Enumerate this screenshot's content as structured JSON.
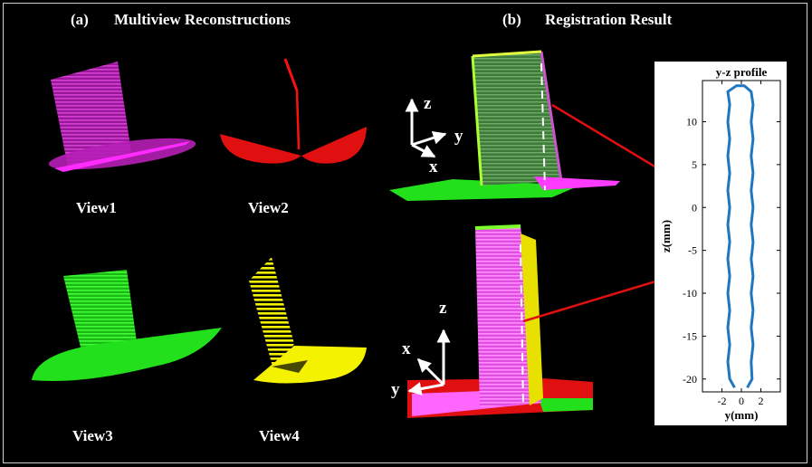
{
  "panel_a": {
    "label": "(a)",
    "title": "Multiview Reconstructions",
    "views": [
      "View1",
      "View2",
      "View3",
      "View4"
    ]
  },
  "panel_b": {
    "label": "(b)",
    "title": "Registration Result",
    "axes_top": {
      "z": "z",
      "y": "y",
      "x": "x"
    },
    "axes_bottom": {
      "z": "z",
      "x": "x",
      "y": "y"
    }
  },
  "colors": {
    "view1": "#b61eb6",
    "view2": "#e01010",
    "view3": "#22e01c",
    "view4": "#f0ee00",
    "profile_line": "#1f77c0",
    "arrow": "#e01010"
  },
  "chart_data": {
    "type": "line",
    "title": "y-z profile",
    "xlabel": "y(mm)",
    "ylabel": "z(mm)",
    "xlim": [
      -4,
      4
    ],
    "ylim": [
      -21.5,
      14.8
    ],
    "xticks": [
      -2,
      0,
      2
    ],
    "yticks": [
      10,
      5,
      0,
      -5,
      -10,
      -15,
      -20
    ],
    "grid": false,
    "series": [
      {
        "points": [
          [
            0.6,
            -21.0
          ],
          [
            1.1,
            -20.0
          ],
          [
            1.0,
            -18.0
          ],
          [
            1.2,
            -16.0
          ],
          [
            1.0,
            -14.0
          ],
          [
            1.2,
            -12.0
          ],
          [
            1.0,
            -10.0
          ],
          [
            1.2,
            -8.0
          ],
          [
            1.0,
            -6.0
          ],
          [
            1.1,
            -5.2
          ],
          [
            1.2,
            -4.0
          ],
          [
            1.0,
            -2.0
          ],
          [
            1.2,
            0.0
          ],
          [
            1.0,
            2.0
          ],
          [
            1.2,
            4.0
          ],
          [
            1.0,
            6.0
          ],
          [
            1.2,
            8.0
          ],
          [
            1.0,
            10.0
          ],
          [
            1.2,
            12.0
          ],
          [
            1.0,
            13.5
          ],
          [
            0.3,
            14.2
          ],
          [
            -0.5,
            14.2
          ],
          [
            -1.4,
            13.5
          ],
          [
            -1.2,
            12.0
          ],
          [
            -1.4,
            10.0
          ],
          [
            -1.2,
            8.0
          ],
          [
            -1.4,
            6.0
          ],
          [
            -1.2,
            4.0
          ],
          [
            -1.4,
            2.0
          ],
          [
            -1.2,
            0.0
          ],
          [
            -1.4,
            -2.0
          ],
          [
            -1.2,
            -4.0
          ],
          [
            -1.4,
            -6.0
          ],
          [
            -1.2,
            -8.0
          ],
          [
            -1.4,
            -10.0
          ],
          [
            -1.2,
            -12.0
          ],
          [
            -1.4,
            -14.0
          ],
          [
            -1.2,
            -16.0
          ],
          [
            -1.4,
            -18.0
          ],
          [
            -1.2,
            -20.0
          ],
          [
            -0.7,
            -21.0
          ]
        ]
      }
    ]
  }
}
